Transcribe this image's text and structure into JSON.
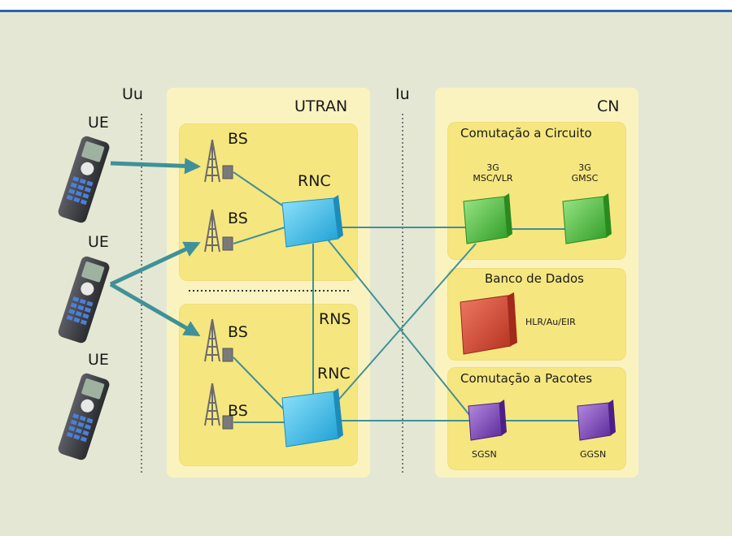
{
  "interfaces": {
    "uu": "Uu",
    "iu": "Iu"
  },
  "utran": {
    "title": "UTRAN",
    "rns_label": "RNS",
    "rnc_top": "RNC",
    "rnc_bottom": "RNC",
    "bs_labels": [
      "BS",
      "BS",
      "BS",
      "BS"
    ]
  },
  "ue_labels": [
    "UE",
    "UE",
    "UE"
  ],
  "cn": {
    "title": "CN",
    "circuit": {
      "title": "Comutação a  Circuito",
      "msc_line1": "3G",
      "msc_line2": "MSC/VLR",
      "gmsc_line1": "3G",
      "gmsc_line2": "GMSC"
    },
    "database": {
      "title": "Banco de Dados",
      "hlr": "HLR/Au/EIR"
    },
    "packet": {
      "title": "Comutação a  Pacotes",
      "sgsn": "SGSN",
      "ggsn": "GGSN"
    }
  },
  "colors": {
    "background": "#e4e7d3",
    "region": "#fbf3bf",
    "subregion": "#f6e67f",
    "link": "#3f9199",
    "rnc": "#37c3ec",
    "msc": "#47c23a",
    "hlr": "#d23f2c",
    "sgsn": "#7b43b8",
    "topbar": "#2a64a8"
  }
}
